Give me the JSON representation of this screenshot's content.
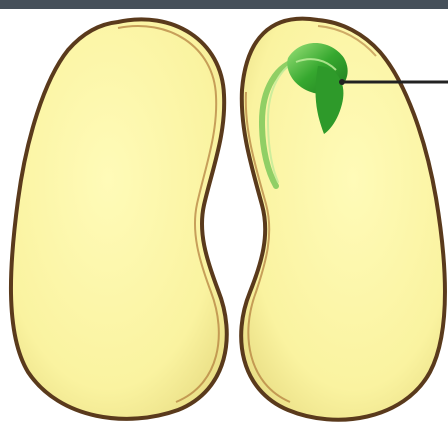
{
  "diagram": {
    "subject": "bean-seed-split-open",
    "colors": {
      "frame_bar": "#46505a",
      "seed_fill": "#fbf6a6",
      "seed_shade": "#efe58c",
      "seed_coat": "#5a3a1c",
      "seed_coat_highlight": "#b07a3a",
      "embryo_green": "#2f9a2a",
      "embryo_light": "#8fd46a",
      "pointer_line": "#222222"
    },
    "parts": [
      {
        "id": "left-cotyledon",
        "label": ""
      },
      {
        "id": "right-cotyledon",
        "label": ""
      },
      {
        "id": "embryo-plumule",
        "label": ""
      },
      {
        "id": "label-pointer",
        "label": ""
      }
    ]
  }
}
